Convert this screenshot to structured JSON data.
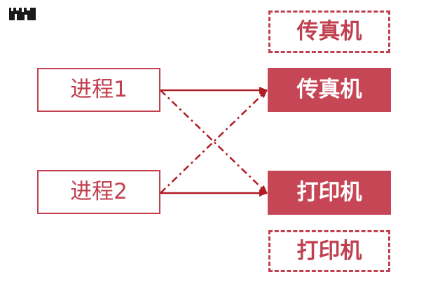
{
  "processes": {
    "p1": "进程1",
    "p2": "进程2"
  },
  "resources": {
    "fax_held": "传真机",
    "fax_requested": "传真机",
    "printer_held": "打印机",
    "printer_requested": "打印机"
  },
  "colors": {
    "accent": "#c0404f",
    "fill": "#c74656",
    "edge": "#b01c24"
  },
  "edges": [
    {
      "from": "进程1",
      "to": "传真机",
      "style": "solid"
    },
    {
      "from": "进程2",
      "to": "打印机",
      "style": "solid"
    },
    {
      "from": "进程1",
      "to": "打印机",
      "style": "dash-dot"
    },
    {
      "from": "进程2",
      "to": "传真机",
      "style": "dash-dot"
    }
  ],
  "logo": {
    "icon": "logo-icon"
  }
}
